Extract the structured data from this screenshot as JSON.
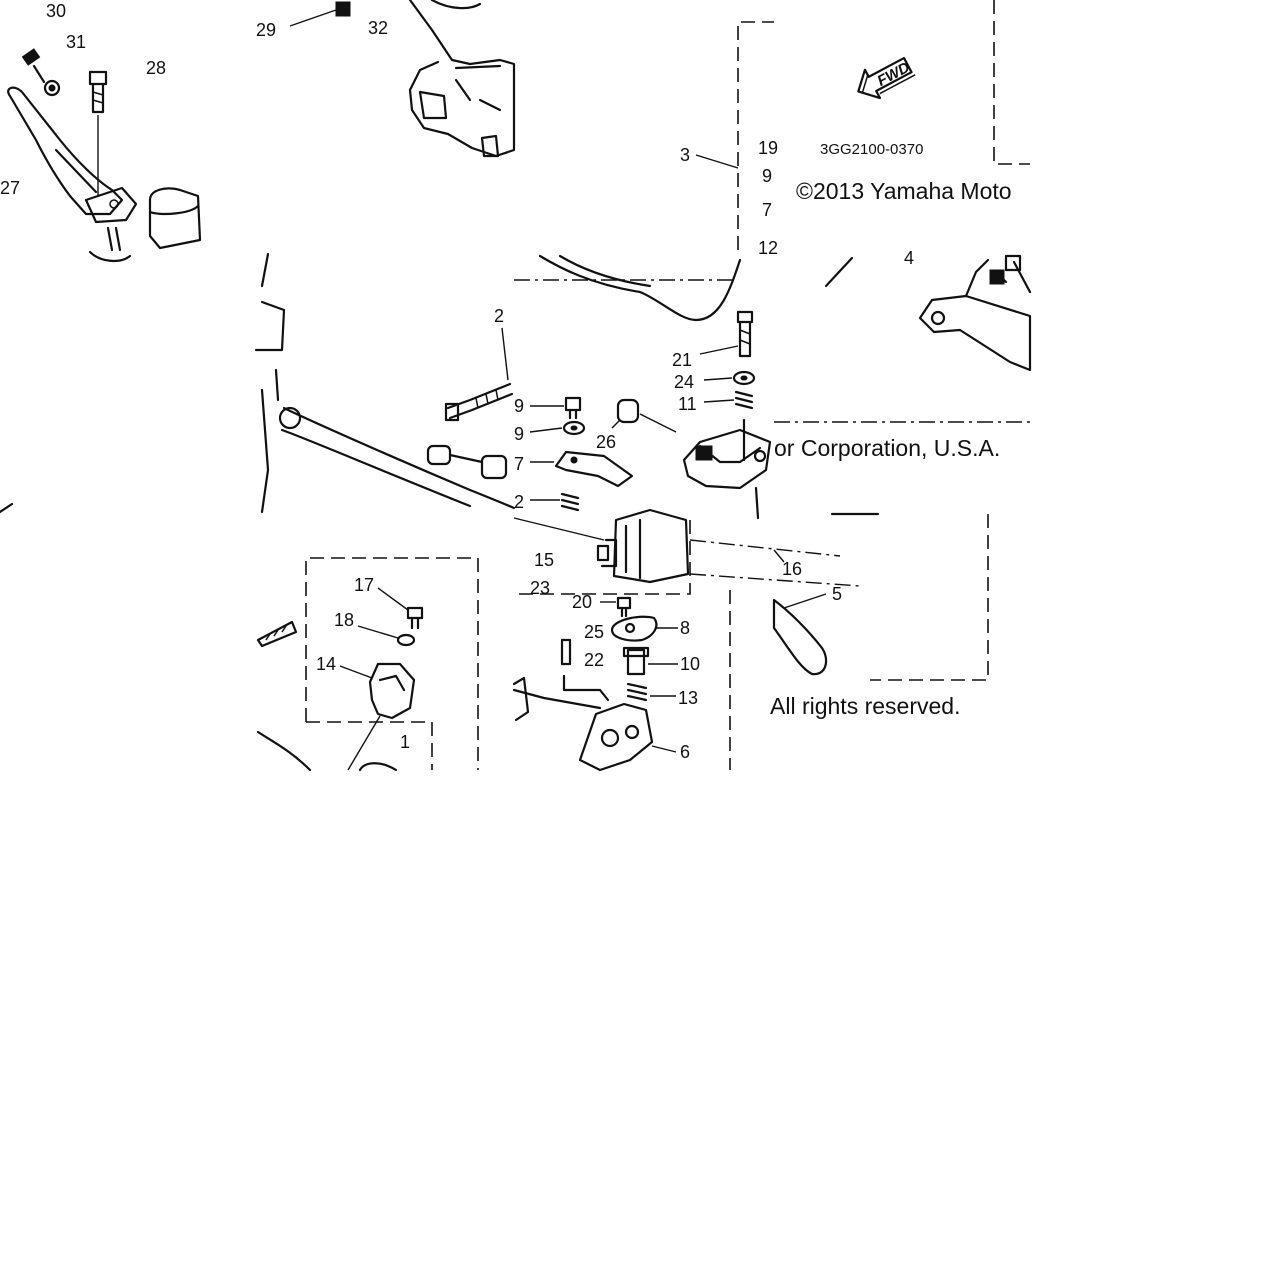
{
  "diagram": {
    "part_code": "3GG2100-0370",
    "fwd_badge": "FWD",
    "copyright_line1": "©2013 Yamaha Moto",
    "copyright_line2": "or Corporation, U.S.A.",
    "copyright_line3": "All rights reserved.",
    "callouts": {
      "c30": "30",
      "c31": "31",
      "c28": "28",
      "c27": "27",
      "c29": "29",
      "c32": "32",
      "c3": "3",
      "c19": "19",
      "c9": "9",
      "c7": "7",
      "c12": "12",
      "c4": "4",
      "c2a": "2",
      "c9b": "9",
      "c9c": "9",
      "c26": "26",
      "c7b": "7",
      "c2b": "2",
      "c21": "21",
      "c24": "24",
      "c11": "11",
      "c16": "16",
      "c5": "5",
      "c15": "15",
      "c23": "23",
      "c20": "20",
      "c25": "25",
      "c8": "8",
      "c22": "22",
      "c10": "10",
      "c13": "13",
      "c6": "6",
      "c17": "17",
      "c18": "18",
      "c14": "14",
      "c1": "1"
    }
  }
}
